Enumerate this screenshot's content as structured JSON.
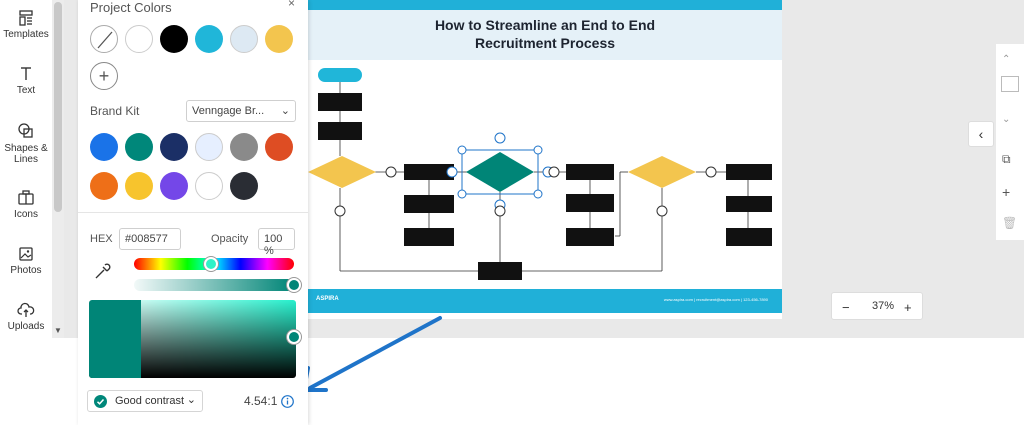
{
  "sidebar": {
    "items": [
      {
        "label": "Templates",
        "icon": "templates-icon"
      },
      {
        "label": "Text",
        "icon": "text-icon"
      },
      {
        "label": "Shapes &\nLines",
        "icon": "shapes-icon"
      },
      {
        "label": "Icons",
        "icon": "icons-icon"
      },
      {
        "label": "Photos",
        "icon": "photos-icon"
      },
      {
        "label": "Uploads",
        "icon": "uploads-icon"
      }
    ]
  },
  "color_panel": {
    "project_colors_label": "Project Colors",
    "project_colors": [
      "none",
      "#ffffff",
      "#000000",
      "#20b6d9",
      "#dde9f3",
      "#f3c54e"
    ],
    "brand_kit_label": "Brand Kit",
    "brand_kit_select": "Venngage Br...",
    "brand_colors": [
      "#1a73e8",
      "#00877a",
      "#1b2f66",
      "#e6efff",
      "#8a8a8a",
      "#de4d23",
      "#ee6f18",
      "#f7c42d",
      "#7447e8",
      "#ffffff",
      "#2a2d34"
    ],
    "hex_label": "HEX",
    "hex_value": "#008577",
    "opacity_label": "Opacity",
    "opacity_value": "100 %",
    "contrast_label": "Good contrast",
    "contrast_ratio": "4.54:1",
    "selected_color": "#008577"
  },
  "canvas": {
    "title_line1": "How to Streamline an End to End",
    "title_line2": "Recruitment Process",
    "footer_brand": "ASPIRA",
    "footer_contact": "www.aspira.com | recruitment@aspira.com | 123-456-7890"
  },
  "zoom": {
    "minus": "−",
    "value": "37%",
    "plus": "+"
  },
  "colors": {
    "accent": "#20b0d8",
    "teal": "#008577",
    "diamond_yellow": "#f3c54e",
    "annotation_arrow": "#1f74c9"
  }
}
